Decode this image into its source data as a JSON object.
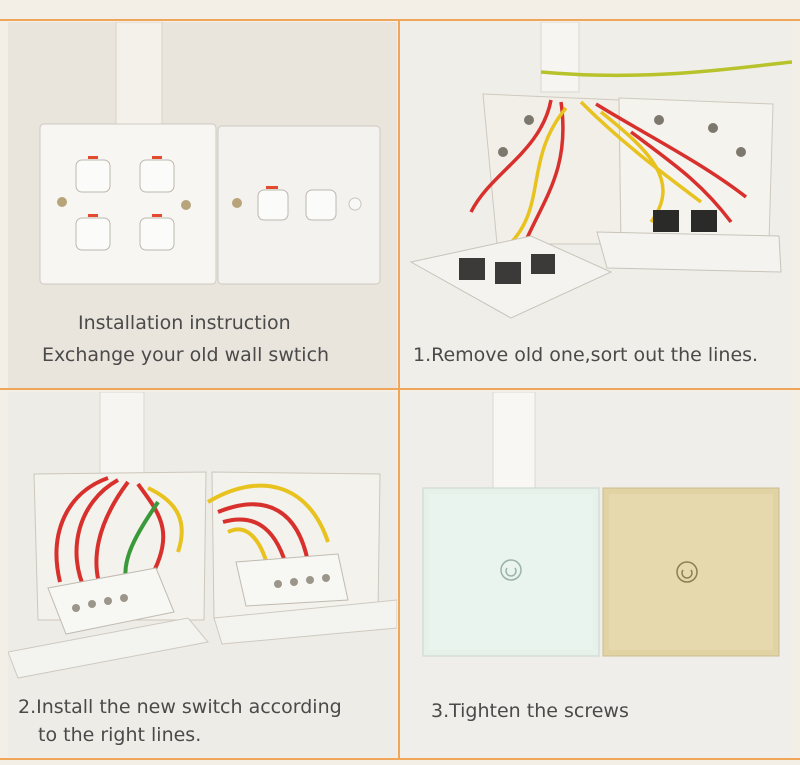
{
  "panels": {
    "intro": {
      "title": "Installation instruction",
      "subtitle": "Exchange your old wall swtich"
    },
    "step1": {
      "text": "1.Remove old one,sort out the lines."
    },
    "step2": {
      "line1": "2.Install the new switch according",
      "line2": "to the right lines."
    },
    "step3": {
      "text": "3.Tighten the screws"
    }
  },
  "colors": {
    "accent_border": "#f0a65a",
    "wall": "#ebe6de",
    "wire_red": "#d8302c",
    "wire_yellow": "#e8c21e",
    "wire_green": "#3a9a3a",
    "glass_white": "#e6f1ea",
    "glass_gold": "#e2d3a4"
  }
}
